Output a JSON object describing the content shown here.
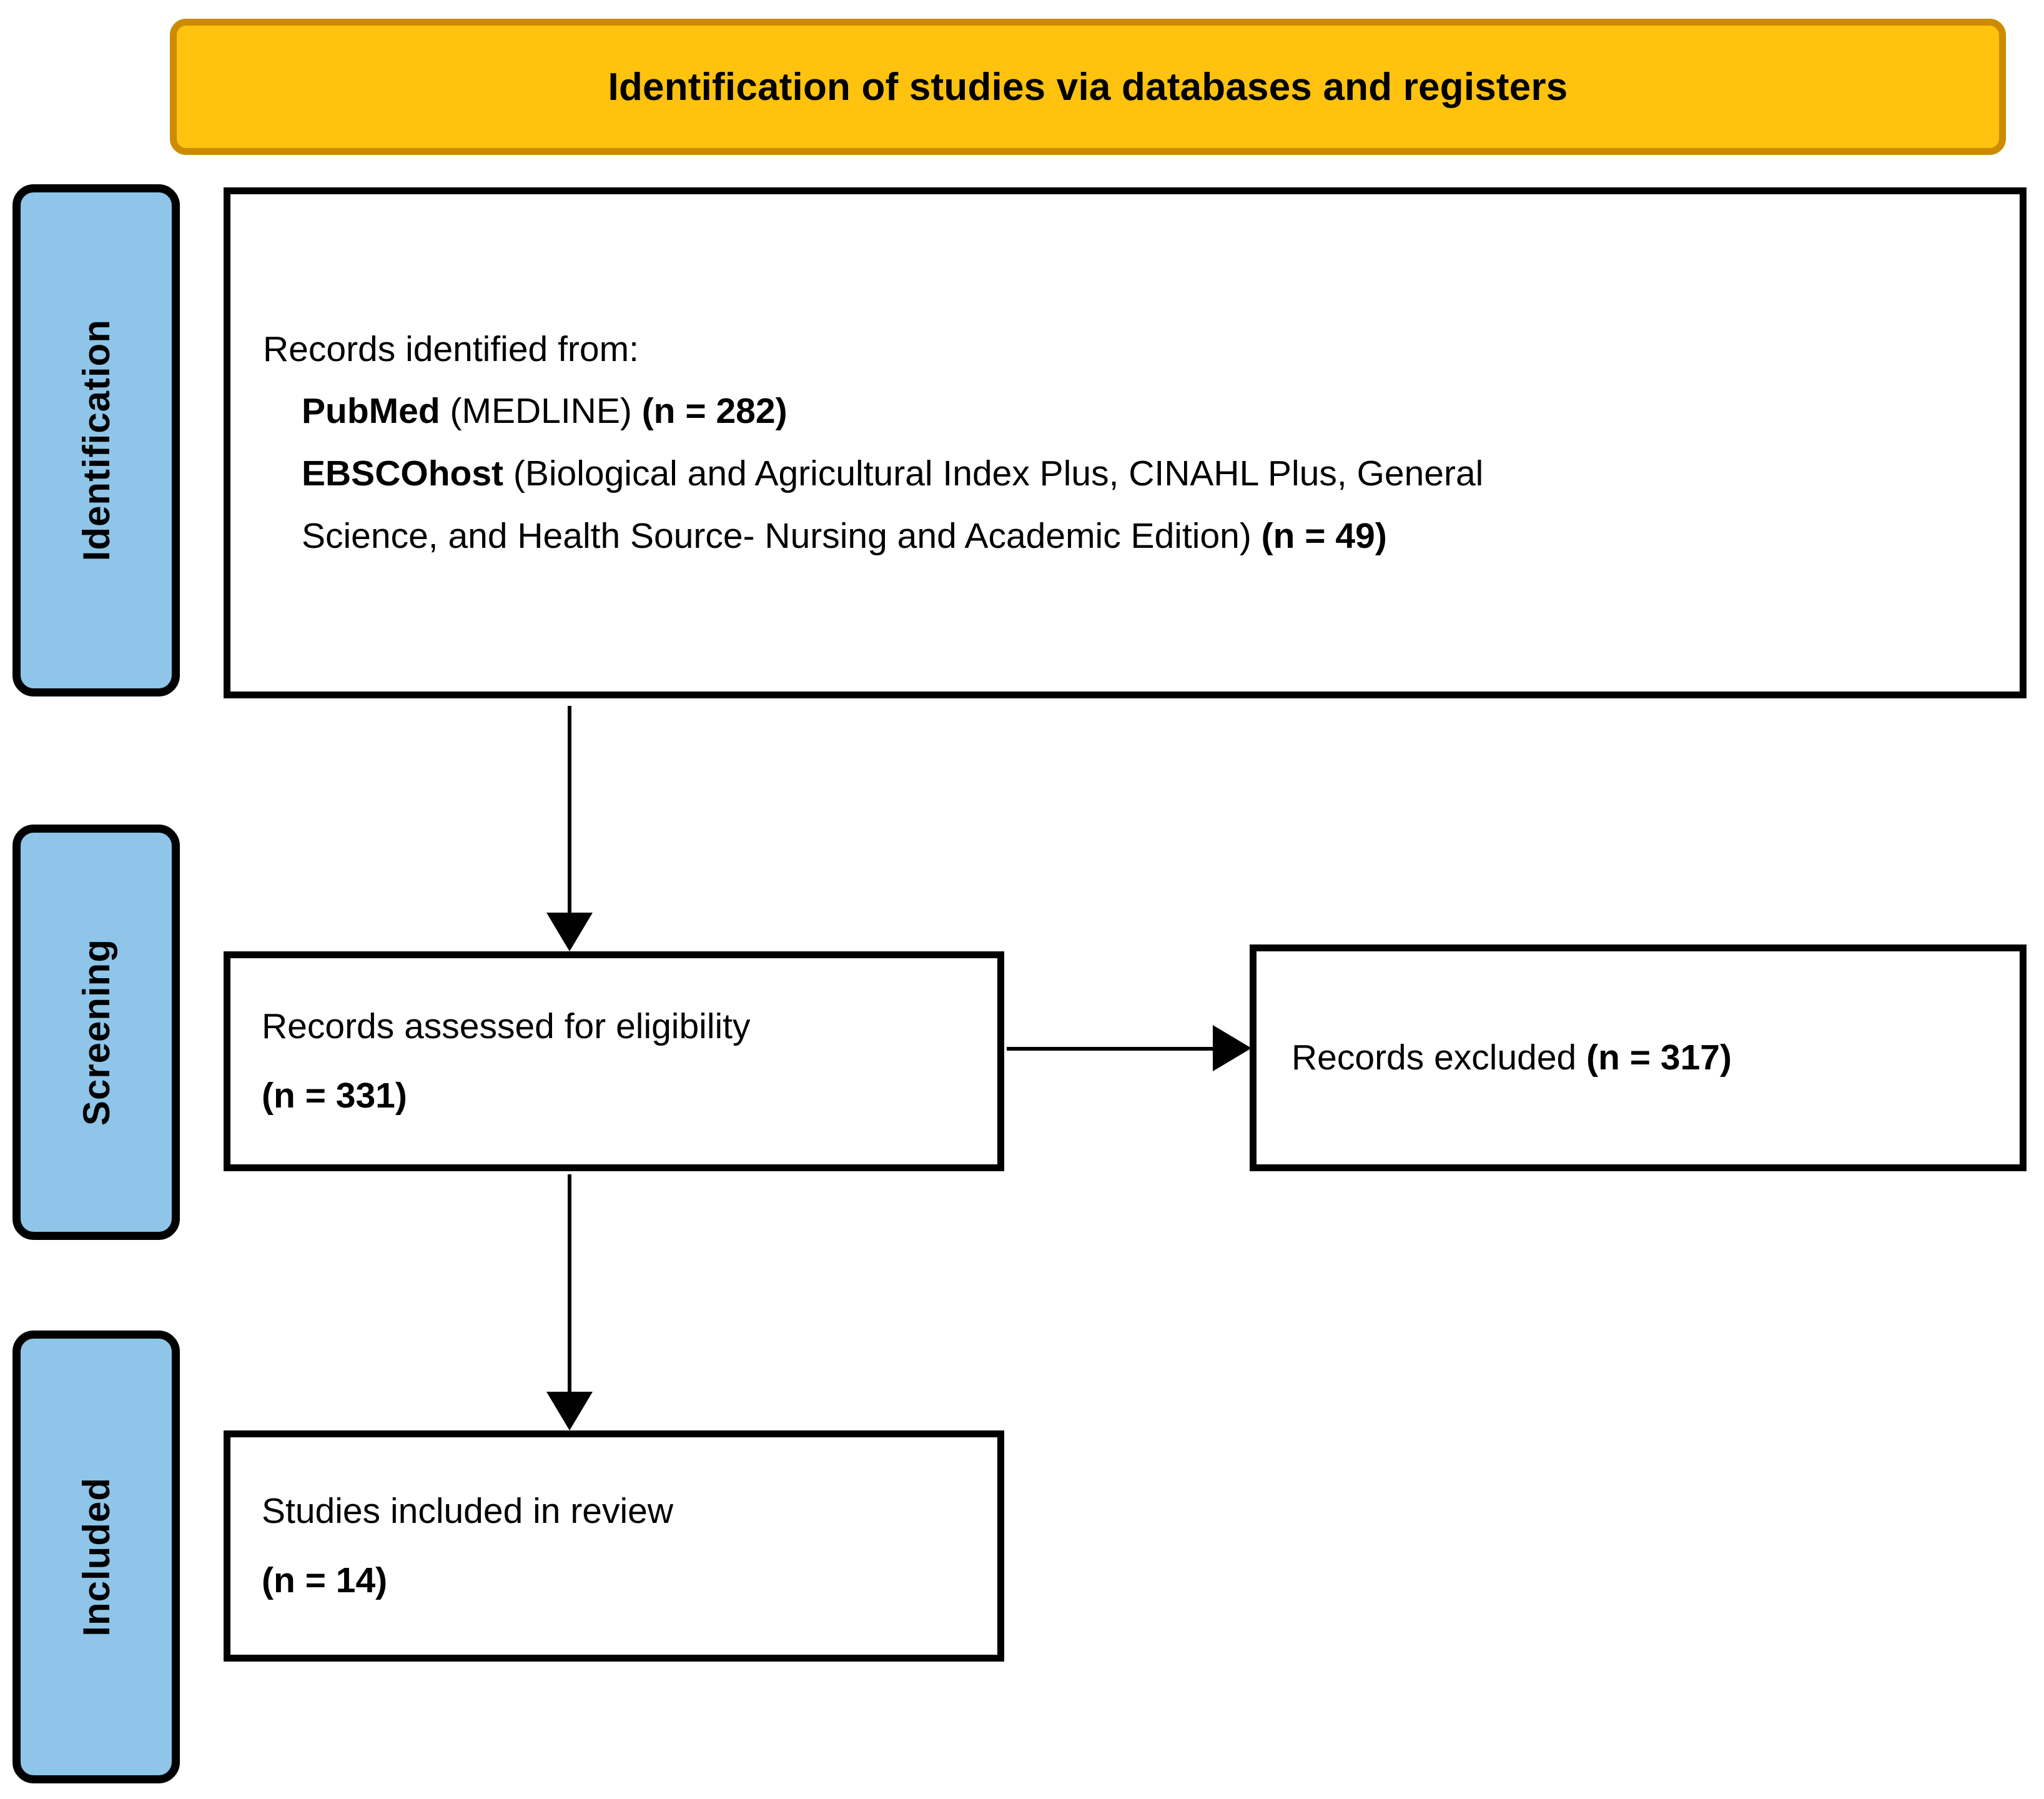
{
  "diagram": {
    "type": "prisma-flow-diagram",
    "banner": {
      "title": "Identification of studies via databases and registers",
      "fill_color": "#FFC20E",
      "border_color": "#CC8B00"
    },
    "stage_label_color": "#8EC5E8",
    "stages": [
      {
        "id": "identification",
        "label": "Identification"
      },
      {
        "id": "screening",
        "label": "Screening"
      },
      {
        "id": "included",
        "label": "Included"
      }
    ],
    "boxes": {
      "identification": {
        "line1": "Records identified from:",
        "source1_name": "PubMed",
        "source1_detail": "(MEDLINE)",
        "source1_count": "(n = 282)",
        "source2_name": "EBSCOhost",
        "source2_detail_part1": "(Biological and Agricultural Index Plus, CINAHL Plus, General",
        "source2_detail_part2": "Science, and Health Source- Nursing and Academic Edition)",
        "source2_count": "(n = 49)"
      },
      "screening": {
        "label": "Records assessed for eligibility",
        "count": "(n = 331)"
      },
      "excluded": {
        "label": "Records excluded",
        "count": "(n = 317)"
      },
      "included": {
        "label": "Studies included in review",
        "count": "(n = 14)"
      }
    },
    "arrows": [
      {
        "id": "identification-to-screening",
        "direction": "down"
      },
      {
        "id": "screening-to-excluded",
        "direction": "right"
      },
      {
        "id": "screening-to-included",
        "direction": "down"
      }
    ]
  }
}
